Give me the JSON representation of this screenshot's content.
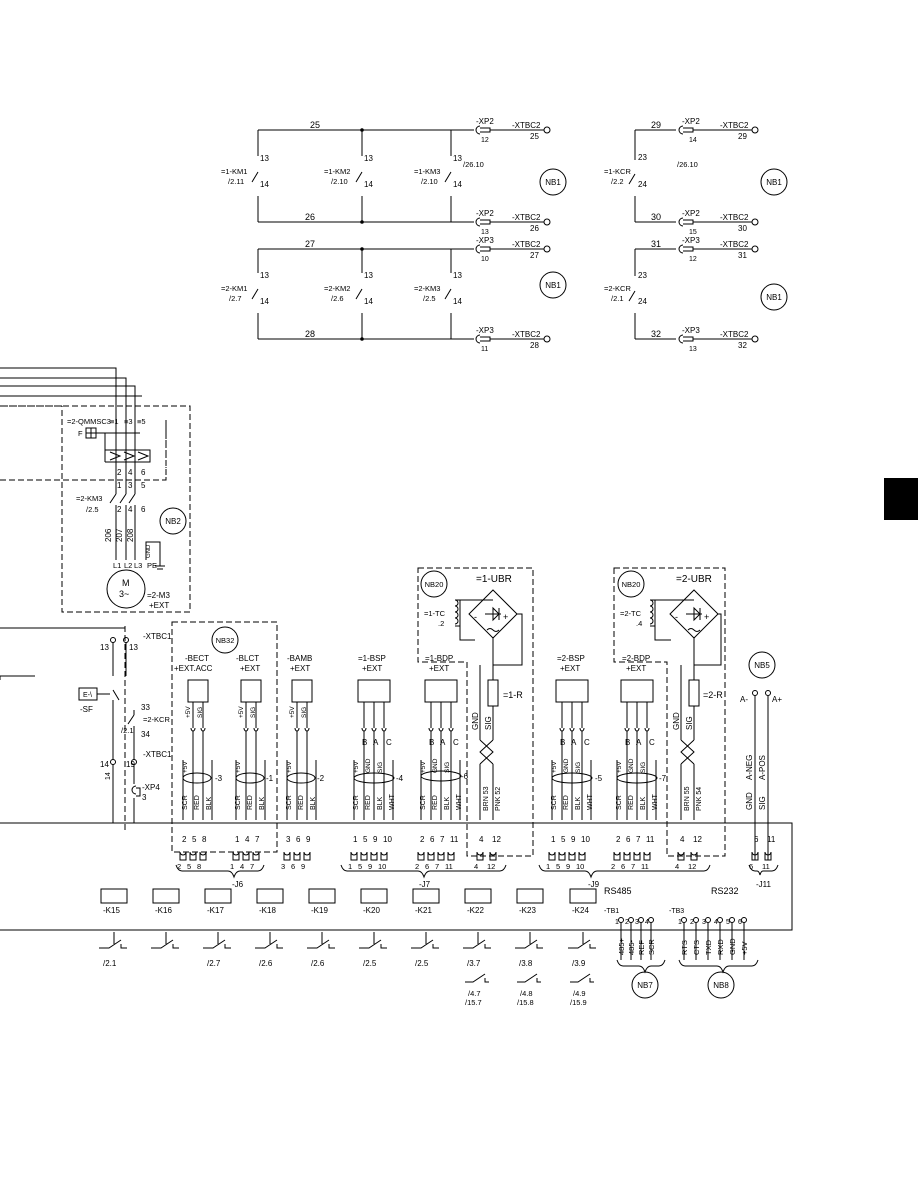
{
  "top_circuits": {
    "c1": {
      "w_top": "25",
      "w_bot": "26",
      "xp_top": "-XP2",
      "xp_top_n": "12",
      "xt_top": "-XTBC2",
      "xt_top_n": "25",
      "xp_bot": "-XP2",
      "xp_bot_n": "13",
      "xt_bot": "-XTBC2",
      "xt_bot_n": "26",
      "ref": "/26.10",
      "nb": "NB1",
      "contacts": [
        {
          "name": "=1-KM1",
          "ref": "/2.11"
        },
        {
          "name": "=1-KM2",
          "ref": "/2.10"
        },
        {
          "name": "=1-KM3",
          "ref": "/2.10"
        }
      ]
    },
    "c2": {
      "w_top": "27",
      "w_bot": "28",
      "xp_top": "-XP3",
      "xp_top_n": "10",
      "xt_top": "-XTBC2",
      "xt_top_n": "27",
      "xp_bot": "-XP3",
      "xp_bot_n": "11",
      "xt_bot": "-XTBC2",
      "xt_bot_n": "28",
      "nb": "NB1",
      "contacts": [
        {
          "name": "=2-KM1",
          "ref": "/2.7"
        },
        {
          "name": "=2-KM2",
          "ref": "/2.6"
        },
        {
          "name": "=2-KM3",
          "ref": "/2.5"
        }
      ]
    },
    "c3": {
      "w_top": "29",
      "w_bot": "30",
      "xp_top": "-XP2",
      "xp_top_n": "14",
      "xt_top": "-XTBC2",
      "xt_top_n": "29",
      "xp_bot": "-XP2",
      "xp_bot_n": "15",
      "xt_bot": "-XTBC2",
      "xt_bot_n": "30",
      "ref": "/26.10",
      "nb": "NB1",
      "contact": {
        "name": "=1-KCR",
        "ref": "/2.2"
      }
    },
    "c4": {
      "w_top": "31",
      "w_bot": "32",
      "xp_top": "-XP3",
      "xp_top_n": "12",
      "xt_top": "-XTBC2",
      "xt_top_n": "31",
      "xp_bot": "-XP3",
      "xp_bot_n": "13",
      "xt_bot": "-XTBC2",
      "xt_bot_n": "32",
      "nb": "NB1",
      "contact": {
        "name": "=2-KCR",
        "ref": "/2.1"
      }
    },
    "term_13": "13",
    "term_14": "14",
    "term_23": "23",
    "term_24": "24"
  },
  "motor": {
    "qmmsc": "=2-QMMSC3",
    "f_label": "F",
    "t1": "≡1",
    "t3": "≡3",
    "t5": "≡5",
    "o2": "2",
    "o4": "4",
    "o6": "6",
    "i1": "1",
    "i3": "3",
    "i5": "5",
    "km": "=2-KM3",
    "km_ref": "/2.5",
    "b2": "2",
    "b4": "4",
    "b6": "6",
    "w206": "206",
    "w207": "207",
    "w208": "208",
    "gnd": "GND",
    "l1": "L1",
    "l2": "L2",
    "l3": "L3",
    "pe": "PE",
    "m": "M",
    "phase": "3~",
    "tag": "=2-M3",
    "ext": "+EXT",
    "nb": "NB2"
  },
  "left_ctrl": {
    "xtbc1_a": "-XTBC1",
    "n13a": "13",
    "n13b": "13",
    "sf": "-SF",
    "n33": "33",
    "kcr": "=2-KCR",
    "kcr_ref": "/2.1",
    "n34": "34",
    "xtbc1_b": "-XTBC1",
    "n14": "14",
    "n19": "19",
    "n14v": "14",
    "xp4": "-XP4",
    "n3": "3",
    "sf_icon": "E-\\"
  },
  "sensors": {
    "nb32": "NB32",
    "items": [
      {
        "t1": "-BECT",
        "t2": "+EXT.ACC"
      },
      {
        "t1": "-BLCT",
        "t2": "+EXT"
      },
      {
        "t1": "-BAMB",
        "t2": "+EXT"
      },
      {
        "t1": "=1-BSP",
        "t2": "+EXT"
      },
      {
        "t1": "=1-BDP",
        "t2": "+EXT"
      },
      {
        "t1": "=2-BSP",
        "t2": "+EXT"
      },
      {
        "t1": "=2-BDP",
        "t2": "+EXT"
      }
    ],
    "pin_5v": "+5V",
    "pin_sig": "SIG",
    "pin_gnd": "GND",
    "pin_b": "B",
    "pin_a": "A",
    "pin_c": "C",
    "cable": [
      "-3",
      "-1",
      "-2",
      "-4",
      "-6",
      "-5",
      "-7"
    ],
    "wires": {
      "scr": "SCR",
      "red": "RED",
      "blk": "BLK",
      "wht": "WHT"
    }
  },
  "ubr": {
    "u1": {
      "nb": "NB20",
      "name": "=1-UBR",
      "tc": "=1-TC",
      "tc_n": ".2",
      "r": "=1-R",
      "wires": [
        "BRN 53",
        "PNK 52"
      ],
      "gnd": "GND",
      "sig": "SIG"
    },
    "u2": {
      "nb": "NB20",
      "name": "=2-UBR",
      "tc": "=2-TC",
      "tc_n": ".4",
      "r": "=2-R",
      "wires": [
        "BRN 55",
        "PNK 54"
      ],
      "gnd": "GND",
      "sig": "SIG"
    }
  },
  "nb5": {
    "nb": "NB5",
    "a_minus": "A-",
    "a_plus": "A+",
    "a_neg": "A-NEG",
    "a_pos": "A-POS",
    "gnd": "GND",
    "sig": "SIG",
    "p6": "6",
    "p11": "11"
  },
  "board": {
    "pins": [
      "2",
      "5",
      "8",
      "1",
      "4",
      "7",
      "3",
      "6",
      "9",
      "1",
      "5",
      "9",
      "10",
      "2",
      "6",
      "7",
      "11",
      "4",
      "12",
      "1",
      "5",
      "9",
      "10",
      "2",
      "6",
      "7",
      "11",
      "4",
      "12",
      "6",
      "11"
    ],
    "j6": "-J6",
    "j7": "-J7",
    "j9": "-J9",
    "j11": "-J11",
    "rs485": "RS485",
    "rs232": "RS232",
    "relays": [
      "-K15",
      "-K16",
      "-K17",
      "-K18",
      "-K19",
      "-K20",
      "-K21",
      "-K22",
      "-K23",
      "-K24"
    ],
    "relay_refs": [
      "/2.1",
      "",
      "/2.7",
      "/2.6",
      "/2.6",
      "/2.5",
      "/2.5",
      "/3.7",
      "/3.8",
      "/3.9"
    ],
    "extra_refs": [
      [
        "/4.7",
        "/15.7"
      ],
      [
        "/4.8",
        "/15.8"
      ],
      [
        "/4.9",
        "/15.9"
      ]
    ],
    "tb1": "-TB1",
    "tb3": "-TB3",
    "tb1_n": [
      "1",
      "2",
      "3",
      "4"
    ],
    "tb3_n": [
      "1",
      "2",
      "3",
      "4",
      "5",
      "6"
    ],
    "tb1_labels": [
      "485+",
      "485-",
      "REF",
      "SCR"
    ],
    "tb3_labels": [
      "RTS",
      "CTS",
      "TXD",
      "RXD",
      "GND",
      "+5V"
    ],
    "nb7": "NB7",
    "nb8": "NB8"
  }
}
